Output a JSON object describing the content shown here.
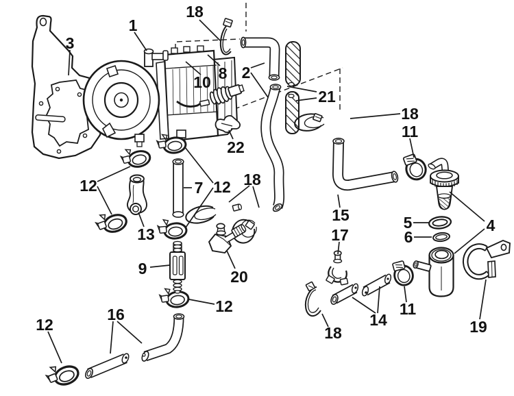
{
  "diagram": {
    "type": "exploded-parts-diagram",
    "background_color": "#ffffff",
    "ink_color": "#1a1a1a",
    "callouts": [
      {
        "label": "18"
      },
      {
        "label": "1"
      },
      {
        "label": "3"
      },
      {
        "label": "8"
      },
      {
        "label": "10"
      },
      {
        "label": "2"
      },
      {
        "label": "21"
      },
      {
        "label": "18"
      },
      {
        "label": "11"
      },
      {
        "label": "15"
      },
      {
        "label": "17"
      },
      {
        "label": "5"
      },
      {
        "label": "6"
      },
      {
        "label": "4"
      },
      {
        "label": "12"
      },
      {
        "label": "13"
      },
      {
        "label": "7"
      },
      {
        "label": "12"
      },
      {
        "label": "22"
      },
      {
        "label": "18"
      },
      {
        "label": "20"
      },
      {
        "label": "9"
      },
      {
        "label": "12"
      },
      {
        "label": "16"
      },
      {
        "label": "12"
      },
      {
        "label": "14"
      },
      {
        "label": "11"
      },
      {
        "label": "19"
      },
      {
        "label": "18"
      }
    ]
  }
}
